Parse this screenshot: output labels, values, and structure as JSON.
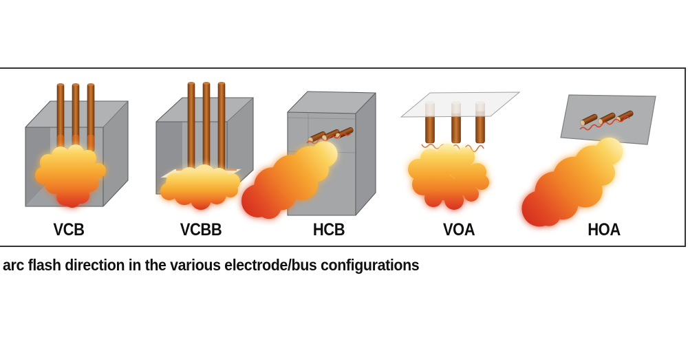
{
  "figure": {
    "caption": "arc flash direction in the various electrode/bus configurations",
    "configurations": [
      {
        "label": "VCB"
      },
      {
        "label": "VCBB"
      },
      {
        "label": "HCB"
      },
      {
        "label": "VOA"
      },
      {
        "label": "HOA"
      }
    ]
  },
  "icons": {
    "enclosure_box": "gray open metal box",
    "closed_enclosure_box": "gray closed metal box",
    "electrode_rods": "three copper electrodes",
    "arc_flash_cloud": "orange fireball cloud",
    "insulating_barrier": "white barrier block",
    "open_air_plate": "flat mounting plate"
  },
  "colors": {
    "background": "#ffffff",
    "frame_line": "#323234",
    "label_text": "#0f0f10",
    "flame_highlight": "#fdeeb0",
    "flame_yellow": "#fbd35e",
    "flame_orange": "#f6a832",
    "flame_red": "#d5311e",
    "electrode_copper": "#cd7c33",
    "electrode_dark": "#7c3e13",
    "electrode_tip_tan": "#dec19c",
    "enclosure_front_gray": "#a5a6a8",
    "enclosure_top_gray": "#b3b4b6",
    "enclosure_interior_gray": "#909194",
    "plate_translucent": "#eff0f1",
    "plate_gray": "#aeafb1",
    "barrier_white": "#f3f0e9"
  }
}
